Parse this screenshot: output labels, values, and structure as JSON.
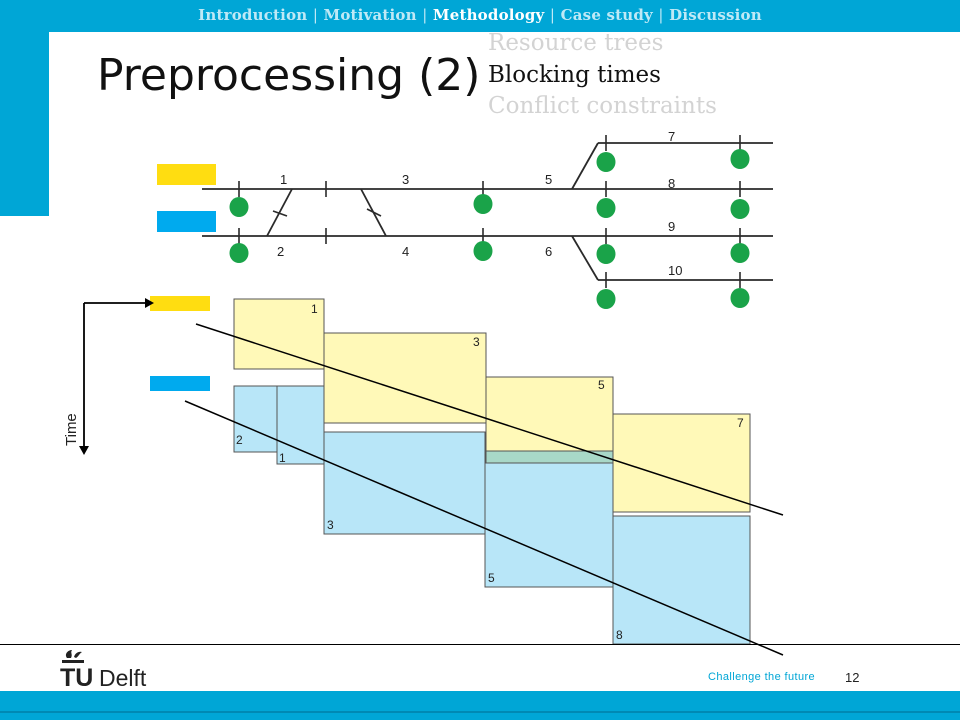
{
  "nav": {
    "items": [
      "Introduction",
      "Motivation",
      "Methodology",
      "Case study",
      "Discussion"
    ],
    "separator": "|",
    "current_index": 2,
    "accent_color": "#00a6d6"
  },
  "slide": {
    "title": "Preprocessing (2)",
    "subtopics": [
      {
        "label": "Resource trees",
        "active": false
      },
      {
        "label": "Blocking times",
        "active": true
      },
      {
        "label": "Conflict constraints",
        "active": false
      }
    ],
    "inactive_color": "#d3d3d3",
    "active_color": "#111111"
  },
  "track_diagram": {
    "section_labels": [
      "1",
      "2",
      "3",
      "4",
      "5",
      "6",
      "7",
      "8",
      "9",
      "10"
    ],
    "train_colors": {
      "yellow": "#ffdd11",
      "blue": "#00aaee"
    },
    "signal_color": "#1aa349"
  },
  "blocking_diagram": {
    "axis_label": "Time",
    "yellow_blocks": [
      "1",
      "3",
      "5",
      "7"
    ],
    "blue_blocks": [
      "2",
      "1",
      "3",
      "5",
      "8"
    ],
    "yellow_fill": "#fff9b8",
    "blue_fill": "#b8e6f8",
    "overlap_fill": "#a8d8c8"
  },
  "footer": {
    "logo_tu": "TU",
    "logo_delft": "Delft",
    "tagline": "Challenge the future",
    "page_number": "12"
  }
}
